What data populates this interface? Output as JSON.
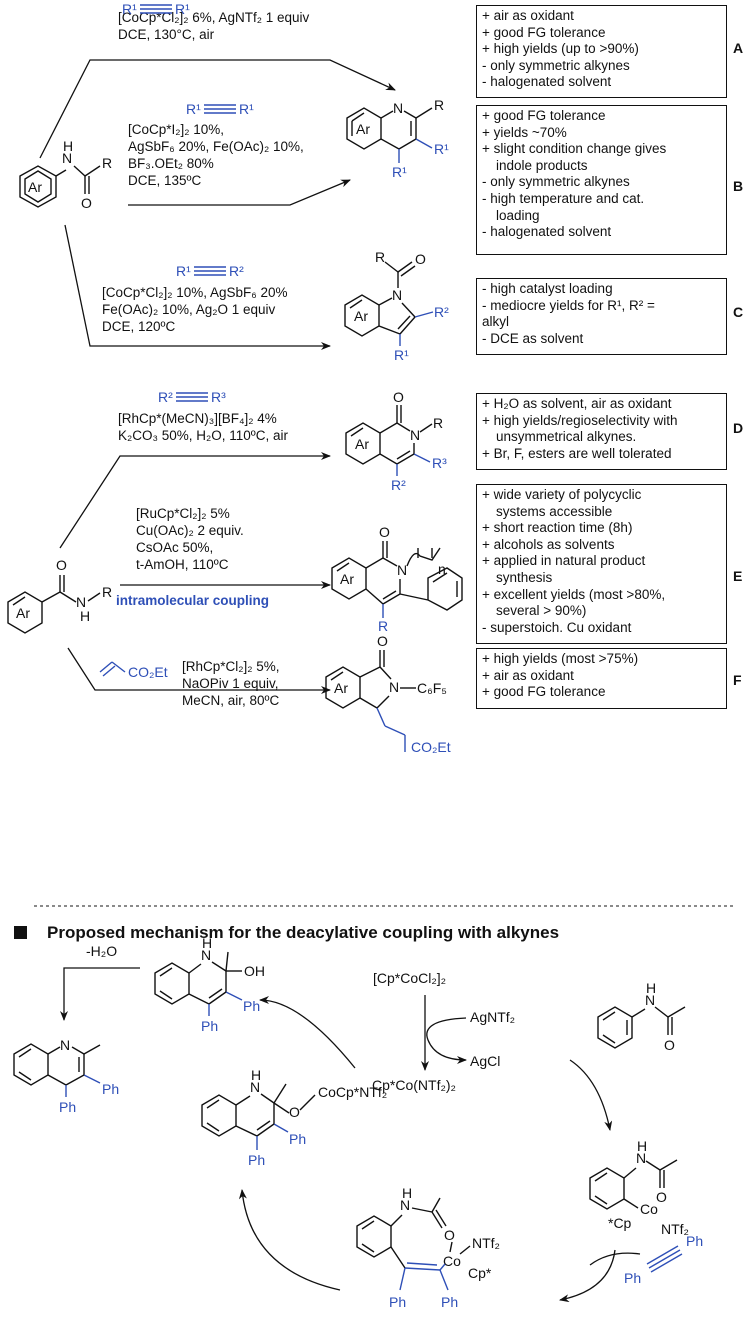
{
  "rows": {
    "A": {
      "letter": "A",
      "alkyne": "R¹———R¹",
      "cond": [
        "[CoCp*Cl₂]₂ 6%, AgNTf₂ 1 equiv",
        "DCE, 130°C, air"
      ],
      "notes": [
        "+ air as oxidant",
        "+ good FG tolerance",
        "+ high yields (up to >90%)",
        "- only symmetric alkynes",
        "- halogenated solvent"
      ]
    },
    "B": {
      "letter": "B",
      "alkyne": "R¹———R¹",
      "cond": [
        "[CoCp*I₂]₂ 10%,",
        "AgSbF₆ 20%, Fe(OAc)₂ 10%,",
        "BF₃.OEt₂ 80%",
        "DCE, 135ºC"
      ],
      "notes": [
        "+ good FG tolerance",
        "+ yields ~70%",
        "+ slight condition change gives",
        "indole products",
        "- only symmetric alkynes",
        "- high temperature and cat.",
        "loading",
        "- halogenated solvent"
      ]
    },
    "C": {
      "letter": "C",
      "alkyne": "R¹———R²",
      "cond": [
        "[CoCp*Cl₂]₂ 10%, AgSbF₆ 20%",
        "Fe(OAc)₂ 10%, Ag₂O 1 equiv",
        "DCE, 120ºC"
      ],
      "notes": [
        "- high catalyst loading",
        "- mediocre yields for R¹, R² =",
        "alkyl",
        "- DCE as solvent"
      ]
    },
    "D": {
      "letter": "D",
      "alkyne": "R²———R³",
      "cond": [
        "[RhCp*(MeCN)₃][BF₄]₂ 4%",
        "K₂CO₃ 50%, H₂O, 110ºC, air"
      ],
      "notes": [
        "+ H₂O as solvent, air as oxidant",
        "+ high yields/regioselectivity with",
        "unsymmetrical alkynes.",
        "+ Br, F, esters are well tolerated"
      ]
    },
    "E": {
      "letter": "E",
      "cond": [
        "[RuCp*Cl₂]₂ 5%",
        "Cu(OAc)₂ 2 equiv.",
        "CsOAc 50%,",
        "t-AmOH, 110ºC"
      ],
      "intra": "intramolecular coupling",
      "notes": [
        "+ wide variety of polycyclic",
        "systems accessible",
        "+ short reaction time (8h)",
        "+ alcohols as solvents",
        "+ applied in natural product",
        "synthesis",
        "+ excellent yields (most >80%,",
        "several > 90%)",
        "- superstoich. Cu oxidant"
      ]
    },
    "F": {
      "letter": "F",
      "reagent": "CO₂Et",
      "cond": [
        "[RhCp*Cl₂]₂ 5%,",
        "NaOPiv 1 equiv,",
        "MeCN, air, 80ºC"
      ],
      "notes": [
        "+ high yields (most >75%)",
        "+ air as oxidant",
        "+ good FG tolerance"
      ]
    }
  },
  "mechanism": {
    "title": "Proposed mechanism for the deacylative coupling with alkynes",
    "precat": "[Cp*CoCl₂]₂",
    "additive": "AgNTf₂",
    "byproduct": "AgCl",
    "catalyst": "Cp*Co(NTf₂)₂",
    "water": "-H₂O",
    "alkyne_ph": "Ph",
    "co_nt": "NTf₂",
    "co_cp": "Cp*",
    "co_label": "Co",
    "cp_star": "*Cp",
    "ococp": "CoCp*NTf₂"
  },
  "labels": {
    "ar": "Ar",
    "n": "N",
    "nh": "H",
    "o": "O",
    "r": "R",
    "r1": "R¹",
    "r2": "R²",
    "r3": "R³",
    "c6f5": "C₆F₅",
    "co2et": "CO₂Et",
    "oh": "OH",
    "ph": "Ph",
    "n_sub": "n"
  }
}
